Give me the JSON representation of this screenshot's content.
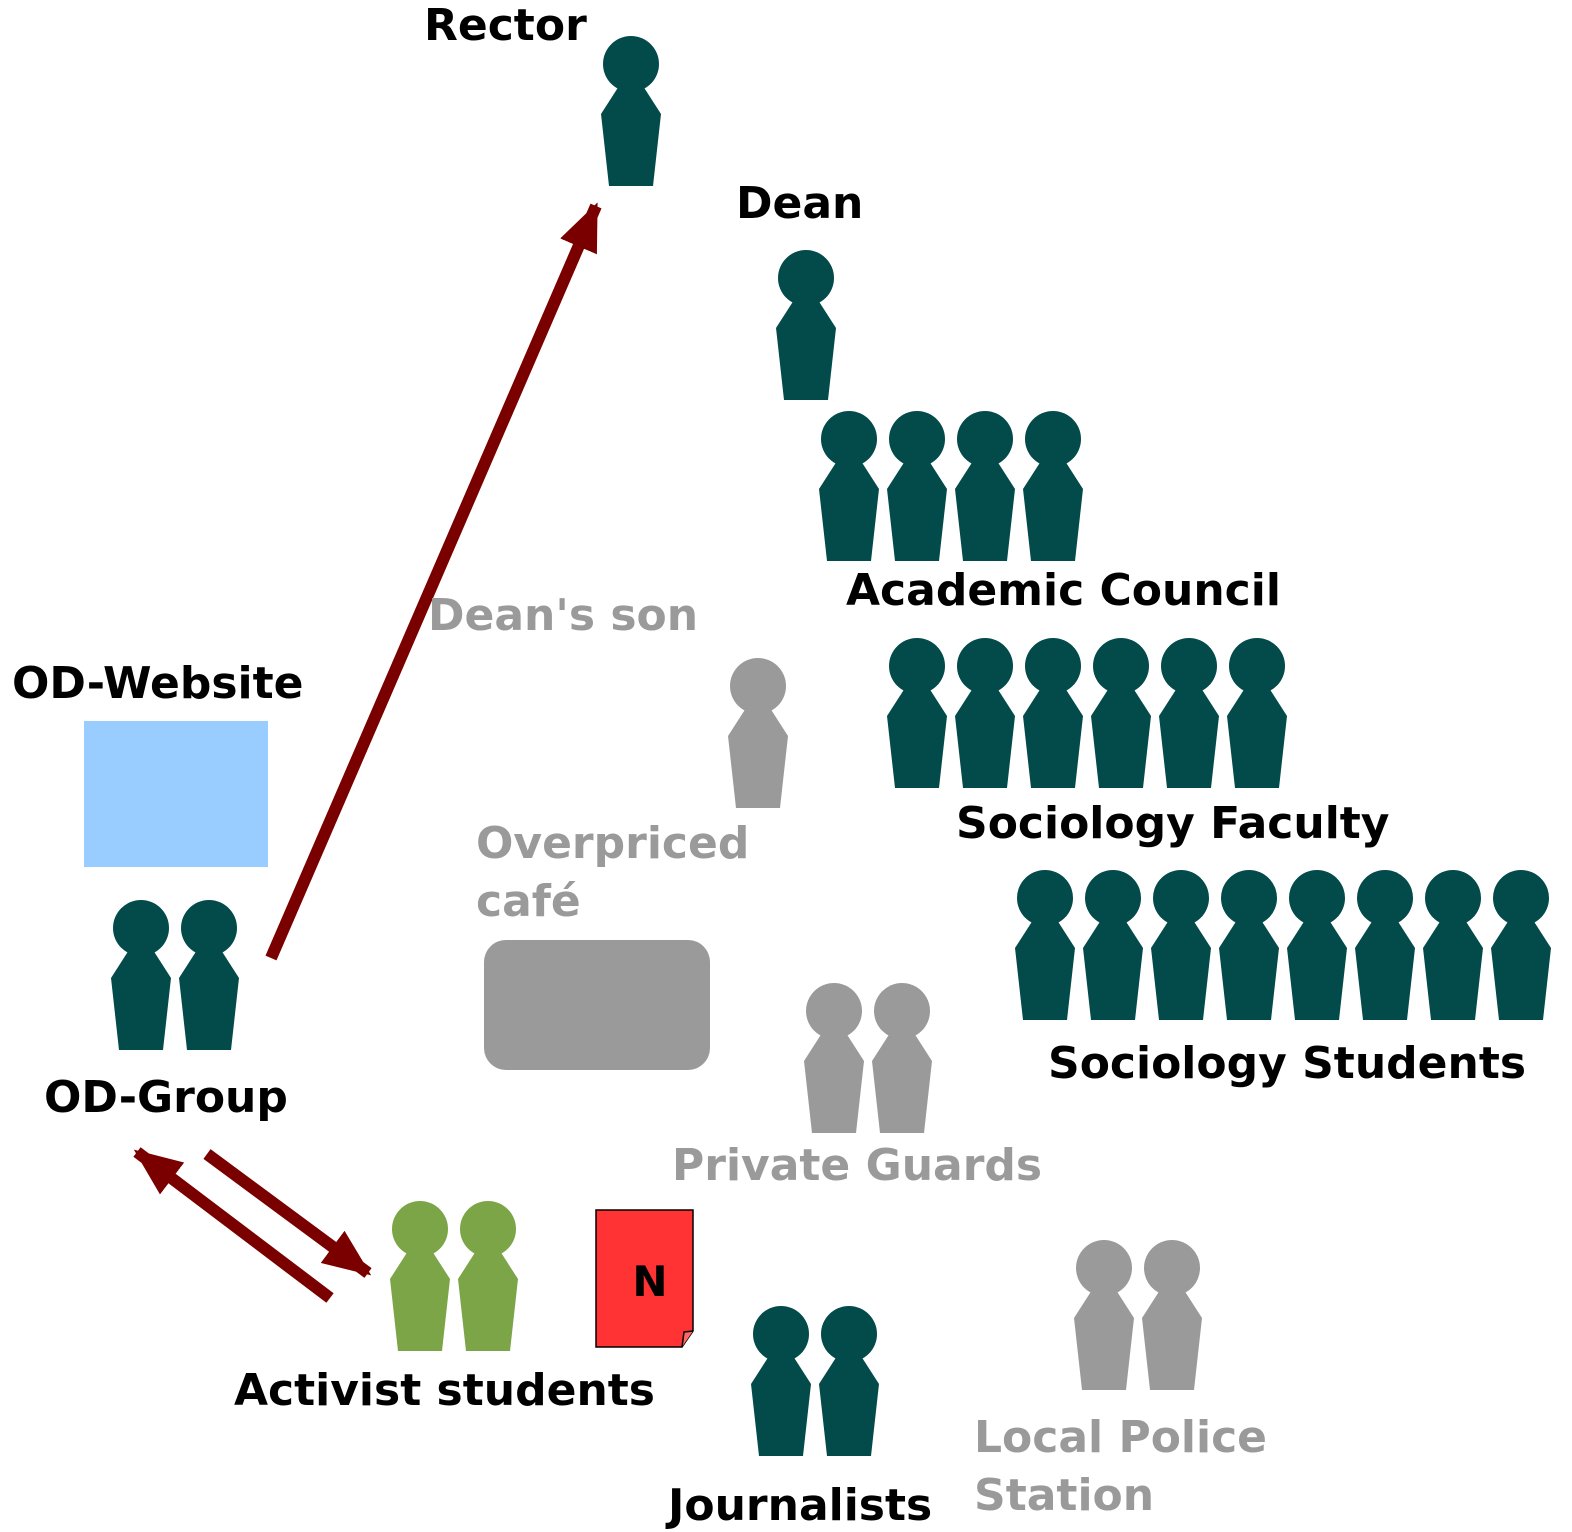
{
  "colors": {
    "primary": "#034a4a",
    "inactive": "#9a9a9a",
    "activist": "#7ba547",
    "arrow": "#7a0000",
    "website": "#99ccff",
    "cafe": "#9a9a9a",
    "newspaper": "#ff3333",
    "label_dark": "#000000",
    "label_grey": "#9a9a9a"
  },
  "labels": {
    "rector": "Rector",
    "dean": "Dean",
    "academic_council": "Academic Council",
    "deans_son": "Dean's son",
    "od_website": "OD-Website",
    "sociology_faculty": "Sociology Faculty",
    "overpriced_cafe_line1": "Overpriced",
    "overpriced_cafe_line2": "café",
    "sociology_students": "Sociology Students",
    "od_group": "OD-Group",
    "private_guards": "Private Guards",
    "activist_students": "Activist students",
    "local_police_line1": "Local Police",
    "local_police_line2": "Station",
    "journalists": "Journalists",
    "newspaper_letter": "N"
  },
  "groups": [
    {
      "name": "rector",
      "count": 1,
      "color": "primary"
    },
    {
      "name": "dean",
      "count": 1,
      "color": "primary"
    },
    {
      "name": "academic-council",
      "count": 4,
      "color": "primary"
    },
    {
      "name": "deans-son",
      "count": 1,
      "color": "inactive"
    },
    {
      "name": "sociology-faculty",
      "count": 6,
      "color": "primary"
    },
    {
      "name": "sociology-students",
      "count": 8,
      "color": "primary"
    },
    {
      "name": "od-group",
      "count": 2,
      "color": "primary"
    },
    {
      "name": "private-guards",
      "count": 2,
      "color": "inactive"
    },
    {
      "name": "activist-students",
      "count": 2,
      "color": "activist"
    },
    {
      "name": "journalists",
      "count": 2,
      "color": "primary"
    },
    {
      "name": "local-police",
      "count": 2,
      "color": "inactive"
    }
  ],
  "arrows": [
    {
      "from": "od-group",
      "to": "rector"
    },
    {
      "from": "od-group",
      "to": "activist-students"
    },
    {
      "from": "activist-students",
      "to": "od-group"
    }
  ]
}
